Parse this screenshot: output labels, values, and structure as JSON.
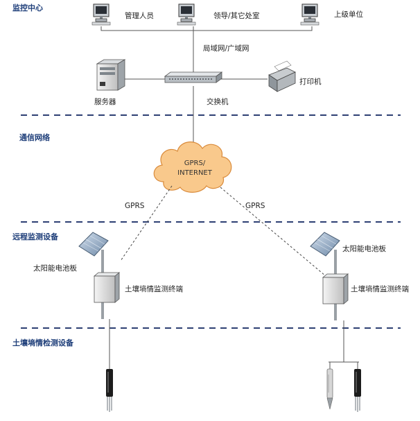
{
  "sections": {
    "monitoring_center": "监控中心",
    "network": "通信网络",
    "remote_equipment": "远程监测设备",
    "soil_equipment": "土壤墒情检测设备"
  },
  "nodes": {
    "admin": "管理人员",
    "leaders": "领导/其它处室",
    "superior": "上级单位",
    "lan_wan": "局域网/广域网",
    "server": "服务器",
    "switch": "交换机",
    "printer": "打印机",
    "cloud_line1": "GPRS/",
    "cloud_line2": "INTERNET",
    "gprs_left": "GPRS",
    "gprs_right": "GPRS",
    "solar_left": "太阳能电池板",
    "solar_right": "太阳能电池板",
    "terminal_left": "土壤墒情监测终端",
    "terminal_right": "土壤墒情监测终端"
  },
  "colors": {
    "section_text": "#1f3f7a",
    "divider": "#2d3f73",
    "cloud_fill": "#f9c98c",
    "cloud_stroke": "#d98a3a",
    "solar_panel": "#9fb6cf"
  },
  "icons": [
    "computer-icon",
    "server-icon",
    "switch-icon",
    "printer-icon",
    "cloud-icon",
    "solar-panel-icon",
    "terminal-box-icon",
    "soil-sensor-icon"
  ]
}
